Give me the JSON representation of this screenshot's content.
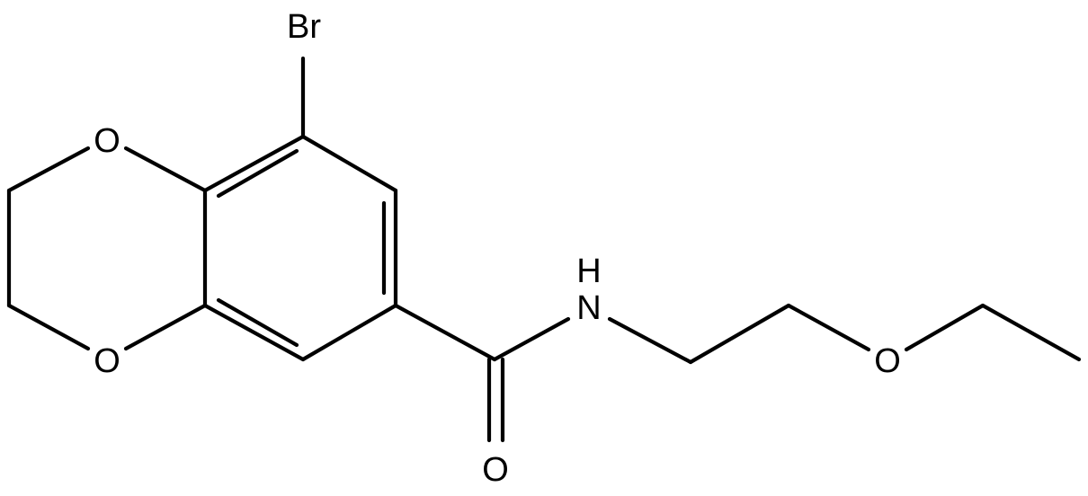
{
  "molecule": {
    "atoms": {
      "br": "Br",
      "o_ring_top": "O",
      "o_ring_bottom": "O",
      "nh": "H",
      "n": "N",
      "o_carbonyl": "O",
      "o_ether": "O"
    },
    "colors": {
      "bond": "#000000",
      "label": "#000000",
      "background": "#ffffff"
    }
  }
}
